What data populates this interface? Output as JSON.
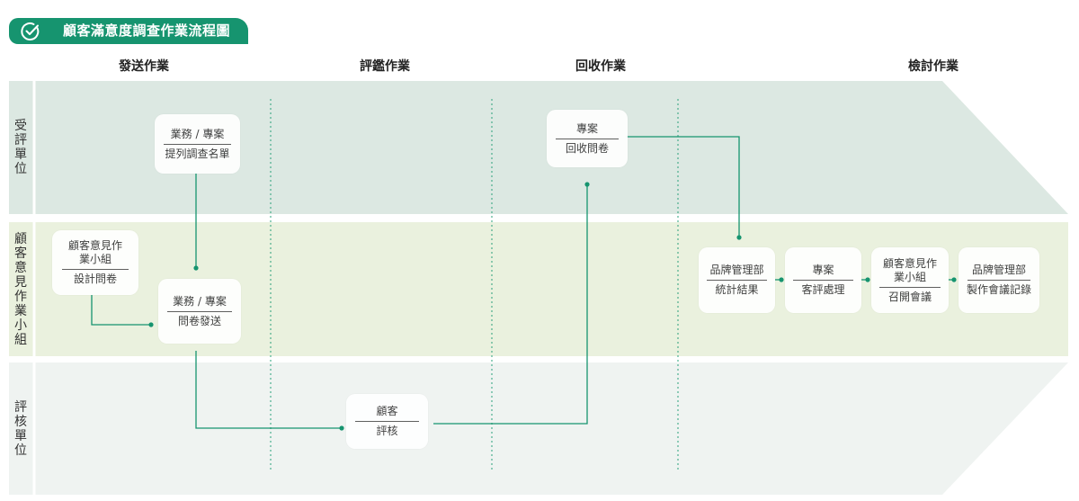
{
  "title": "顧客滿意度調查作業流程圖",
  "phases": [
    "發送作業",
    "評鑑作業",
    "回收作業",
    "檢討作業"
  ],
  "lanes": [
    "受評單位",
    "顧客意見作業小組",
    "評核單位"
  ],
  "cards": {
    "submit_list": {
      "top": "業務 / 專案",
      "bottom": "提列調查名單"
    },
    "recover_survey": {
      "top": "專案",
      "bottom": "回收問卷"
    },
    "design_survey": {
      "top": "顧客意見作業小組",
      "bottom": "設計問卷"
    },
    "send_survey": {
      "top": "業務 / 專案",
      "bottom": "問卷發送"
    },
    "stats": {
      "top": "品牌管理部",
      "bottom": "統計結果"
    },
    "complaint": {
      "top": "專案",
      "bottom": "客評處理"
    },
    "meeting": {
      "top": "顧客意見作業小組",
      "bottom": "召開會議"
    },
    "minutes": {
      "top": "品牌管理部",
      "bottom": "製作會議記錄"
    },
    "review": {
      "top": "顧客",
      "bottom": "評核"
    }
  },
  "colors": {
    "accent": "#16946f",
    "lane_top": "#dce8e2",
    "lane_middle": "#eaf1de",
    "lane_bottom": "#eff3f1",
    "divider": "#2aa07a"
  },
  "icon": "check-circle-icon"
}
